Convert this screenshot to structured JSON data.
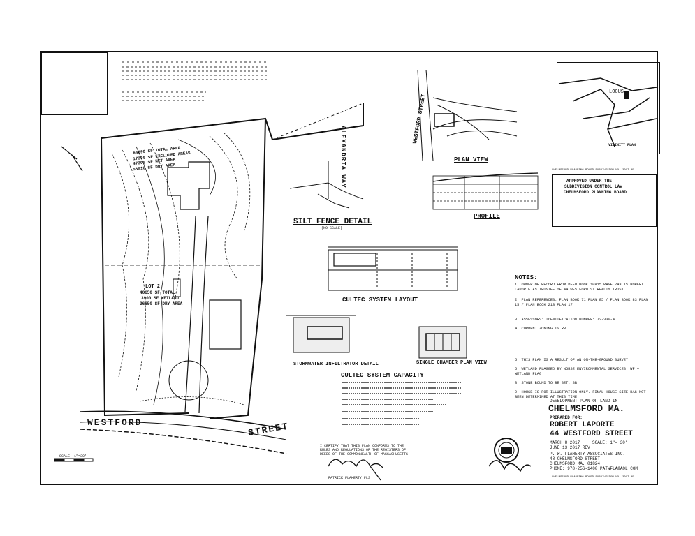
{
  "street_labels": {
    "westford_left": "WESTFORD",
    "westford_right": "STREET",
    "westford_plan": "WESTFORD STREET",
    "alexandria": "ALEXANDRIA WAY"
  },
  "lot": {
    "name": "LOT 2",
    "total": "40650 SF TOTAL",
    "wetland": "3900 SF WETLAND",
    "dry_area": "36650 SF DRY AREA"
  },
  "lot_upper": {
    "line1": "64690 SF TOTAL AREA",
    "line2": "17300 SF EXCLUDED AREAS",
    "line3": "47390 SF NET AREA",
    "line4": "53510 SF DRY AREA"
  },
  "details": {
    "silt_fence": "SILT FENCE DETAIL",
    "no_scale": "(NO SCALE)",
    "plan_view": "PLAN VIEW",
    "profile": "PROFILE",
    "cultec_layout": "CULTEC SYSTEM LAYOUT",
    "stormwater": "STORMWATER INFILTRATOR DETAIL",
    "single_chamber": "SINGLE CHAMBER PLAN VIEW",
    "cultec_capacity": "CULTEC SYSTEM CAPACITY",
    "vicinity": "VICINITY PLAN",
    "locus": "LOCUS"
  },
  "approval": {
    "heading": "CHELMSFORD PLANNING BOARD SUBDIVISION NO. 2017-05",
    "line1": "APPROVED UNDER THE",
    "line2": "SUBDIVISION CONTROL LAW",
    "line3": "CHELMSFORD PLANNING BOARD"
  },
  "notes": {
    "title": "NOTES:",
    "items": [
      "1. OWNER OF RECORD FROM DEED BOOK 10815 PAGE 243 IS ROBERT LAPORTE AS TRUSTEE OF 44 WESTFORD ST REALTY TRUST.",
      "2. PLAN REFERENCES: PLAN BOOK 71 PLAN 85 / PLAN BOOK 83 PLAN 15 / PLAN BOOK 218 PLAN 17",
      "3. ASSESSORS' IDENTIFICATION NUMBER: 72-330-4",
      "4. CURRENT ZONING IS RB.",
      "5. THIS PLAN IS A RESULT OF AN ON-THE-GROUND SURVEY.",
      "6. WETLAND FLAGGED BY NORSE ENVIRONMENTAL SERVICES. WF = WETLAND FLAG",
      "8. STONE BOUND TO BE SET: SB",
      "9. HOUSE IS FOR ILLUSTRATION ONLY. FINAL HOUSE SIZE HAS NOT BEEN DETERMINED AT THIS TIME."
    ]
  },
  "title_block": {
    "line1": "DEVELOPMENT PLAN OF LAND IN",
    "town": "CHELMSFORD MA.",
    "prepared": "PREPARED FOR:",
    "owner": "ROBERT LAPORTE",
    "address": "44 WESTFORD STREET",
    "date": "MARCH 8 2017",
    "scale": "SCALE: 1\"= 30'",
    "rev": "JUNE 13 2017 REV",
    "firm": "P. W. FLAHERTY ASSOCIATES INC.",
    "firm_addr1": "48 CHELMSFORD STREET",
    "firm_addr2": "CHELMSFORD MA. 01824",
    "phone": "PHONE: 978-256-1400  PATWFLA@AOL.COM",
    "footer": "CHELMSFORD PLANNING BOARD SUBDIVISION NO. 2017-05"
  },
  "certify": {
    "line1": "I CERTIFY THAT THIS PLAN CONFORMS TO THE",
    "line2": "RULES AND REGULATIONS OF THE REGISTERS OF",
    "line3": "DEEDS OF THE COMMONWEALTH OF MASSACHUSETTS.",
    "name": "PATRICK FLAHERTY PLS"
  },
  "scale_bar": "SCALE: 1\"=30'"
}
